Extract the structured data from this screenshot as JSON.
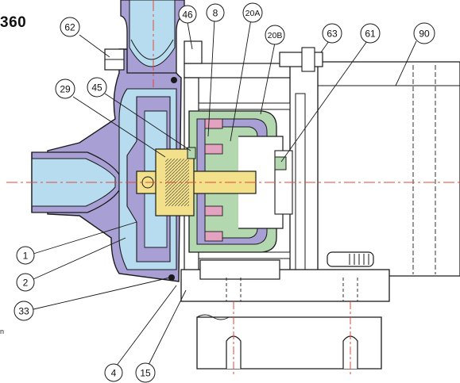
{
  "title_fragment": "360",
  "caption_fragment": "n",
  "part_labels": {
    "p62": "62",
    "p46": "46",
    "p8": "8",
    "p20A": "20A",
    "p20B": "20B",
    "p63": "63",
    "p61": "61",
    "p90": "90",
    "p29": "29",
    "p45": "45",
    "p1": "1",
    "p2": "2",
    "p33": "33",
    "p4": "4",
    "p15": "15"
  },
  "colors": {
    "casing": "#a89fd4",
    "fluid": "#b7dcef",
    "shaft": "#f2e08a",
    "rear_casing": "#b3d8b0",
    "magnet": "#e3a3c0",
    "centerline": "#e0473a",
    "outline": "#1a1a1a"
  }
}
